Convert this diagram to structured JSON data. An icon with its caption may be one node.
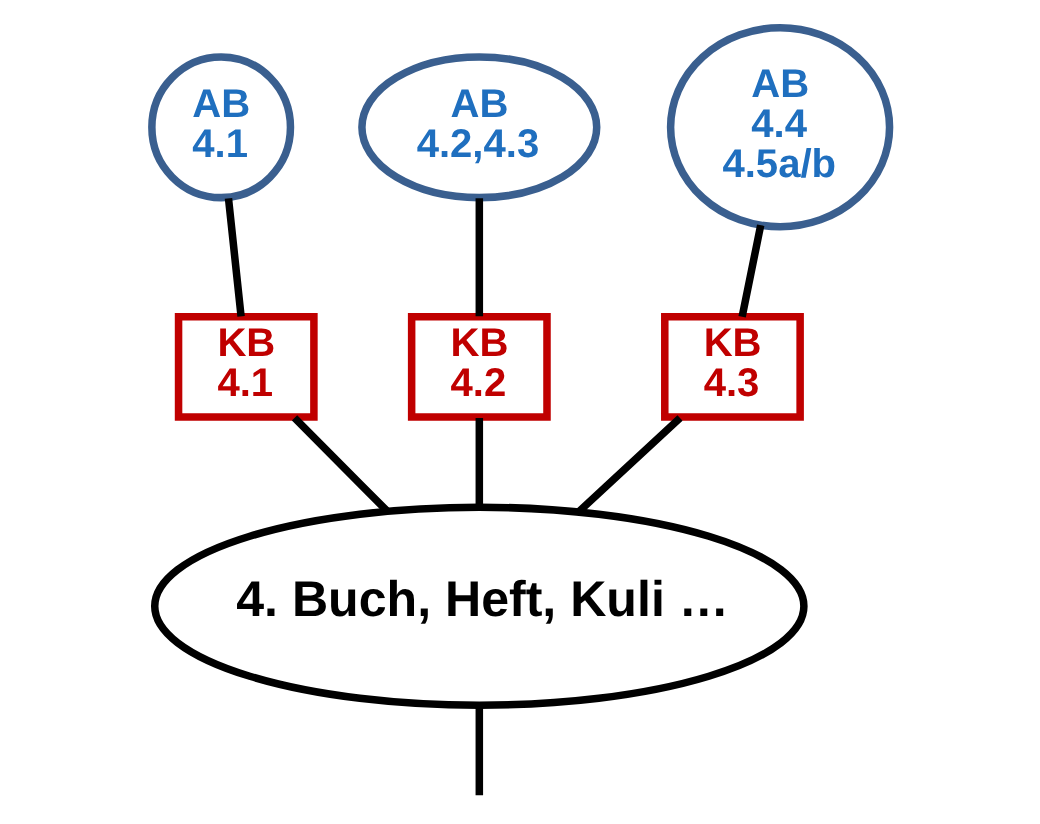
{
  "diagram": {
    "nodes": [
      {
        "text": [
          "AB 4.1"
        ]
      },
      {
        "text": [
          "AB 4.2,4.3"
        ]
      },
      {
        "text": [
          "AB 4.4 4.5a/b"
        ]
      },
      {
        "text": [
          "KB 4.1"
        ]
      },
      {
        "text": [
          "KB 4.2"
        ]
      },
      {
        "text": [
          "KB 4.3"
        ]
      },
      {
        "text": [
          "4. Buch, Heft, Kuli …"
        ]
      }
    ],
    "edges": [
      {
        "from": 0,
        "to": 3,
        "arrow": "none"
      },
      {
        "from": 1,
        "to": 4,
        "arrow": "none"
      },
      {
        "from": 2,
        "to": 5,
        "arrow": "none"
      },
      {
        "from": 3,
        "to": 6,
        "arrow": "none"
      },
      {
        "from": 4,
        "to": 6,
        "arrow": "none"
      },
      {
        "from": 5,
        "to": 6,
        "arrow": "none"
      },
      {
        "from": 6,
        "to": null,
        "arrow": "none"
      }
    ]
  }
}
